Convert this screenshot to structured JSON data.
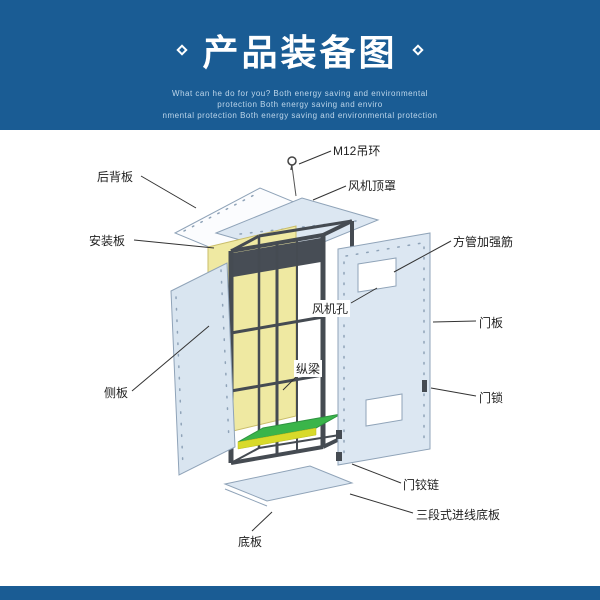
{
  "header": {
    "title": "产品装备图",
    "subtitle_lines": [
      "What can he do for you? Both energy saving and environmental",
      "protection Both energy saving and enviro",
      "nmental protection Both energy saving and environmental protection"
    ]
  },
  "labels": {
    "rear_panel": "后背板",
    "mounting_plate": "安装板",
    "side_panel": "侧板",
    "m12_ring": "M12吊环",
    "fan_top_cover": "风机顶罩",
    "square_tube_rib": "方管加强筋",
    "fan_hole": "风机孔",
    "door_panel": "门板",
    "longitudinal_beam": "纵梁",
    "door_lock": "门锁",
    "door_hinge": "门铰链",
    "three_section_inlet_plate": "三段式进线底板",
    "bottom_plate": "底板"
  },
  "colors": {
    "band_blue": "#1a5c94",
    "panel_fill": "#dce7f2",
    "panel_stroke": "#8fa3b8",
    "mounting_plate_yellow": "#efe9a2",
    "frame_dark": "#454b52",
    "base_green": "#3ab54a",
    "base_yellow_strip": "#d8da2a"
  }
}
